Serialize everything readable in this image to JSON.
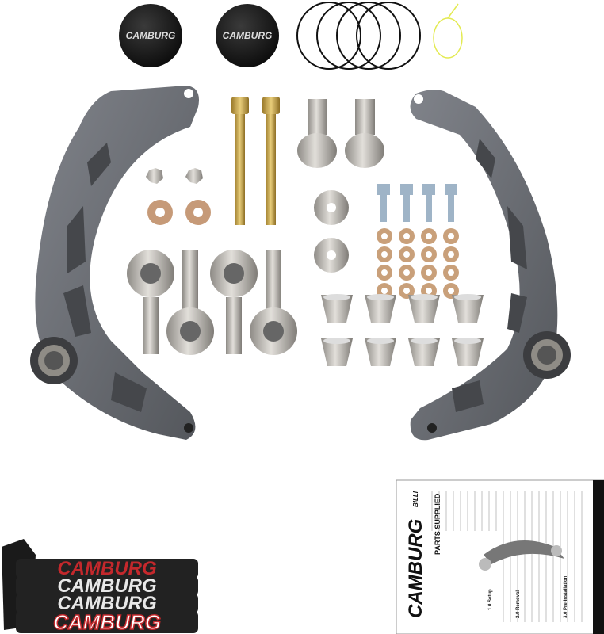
{
  "brand": "CAMBURG",
  "caps": [
    {
      "label": "CAMBURG"
    },
    {
      "label": "CAMBURG"
    }
  ],
  "stickers": [
    {
      "label": "CAMBURG"
    },
    {
      "label": "CAMBURG"
    },
    {
      "label": "CAMBURG"
    },
    {
      "label": "CAMBURG"
    }
  ],
  "sheet": {
    "brand": "CAMBURG",
    "parts_heading": "PARTS SUPPLIED",
    "corner_label": "BILLI",
    "section_1": "1.0 Setup",
    "section_2": "2.0 Removal",
    "section_3": "3.0 Pre-Installation"
  },
  "colors": {
    "arm": "#6b6e72",
    "brass": "#c9a545",
    "steel": "#b9b6b0",
    "washer": "#c69a78",
    "sticker_red": "#c4282c",
    "wire": "#e3ea52"
  }
}
